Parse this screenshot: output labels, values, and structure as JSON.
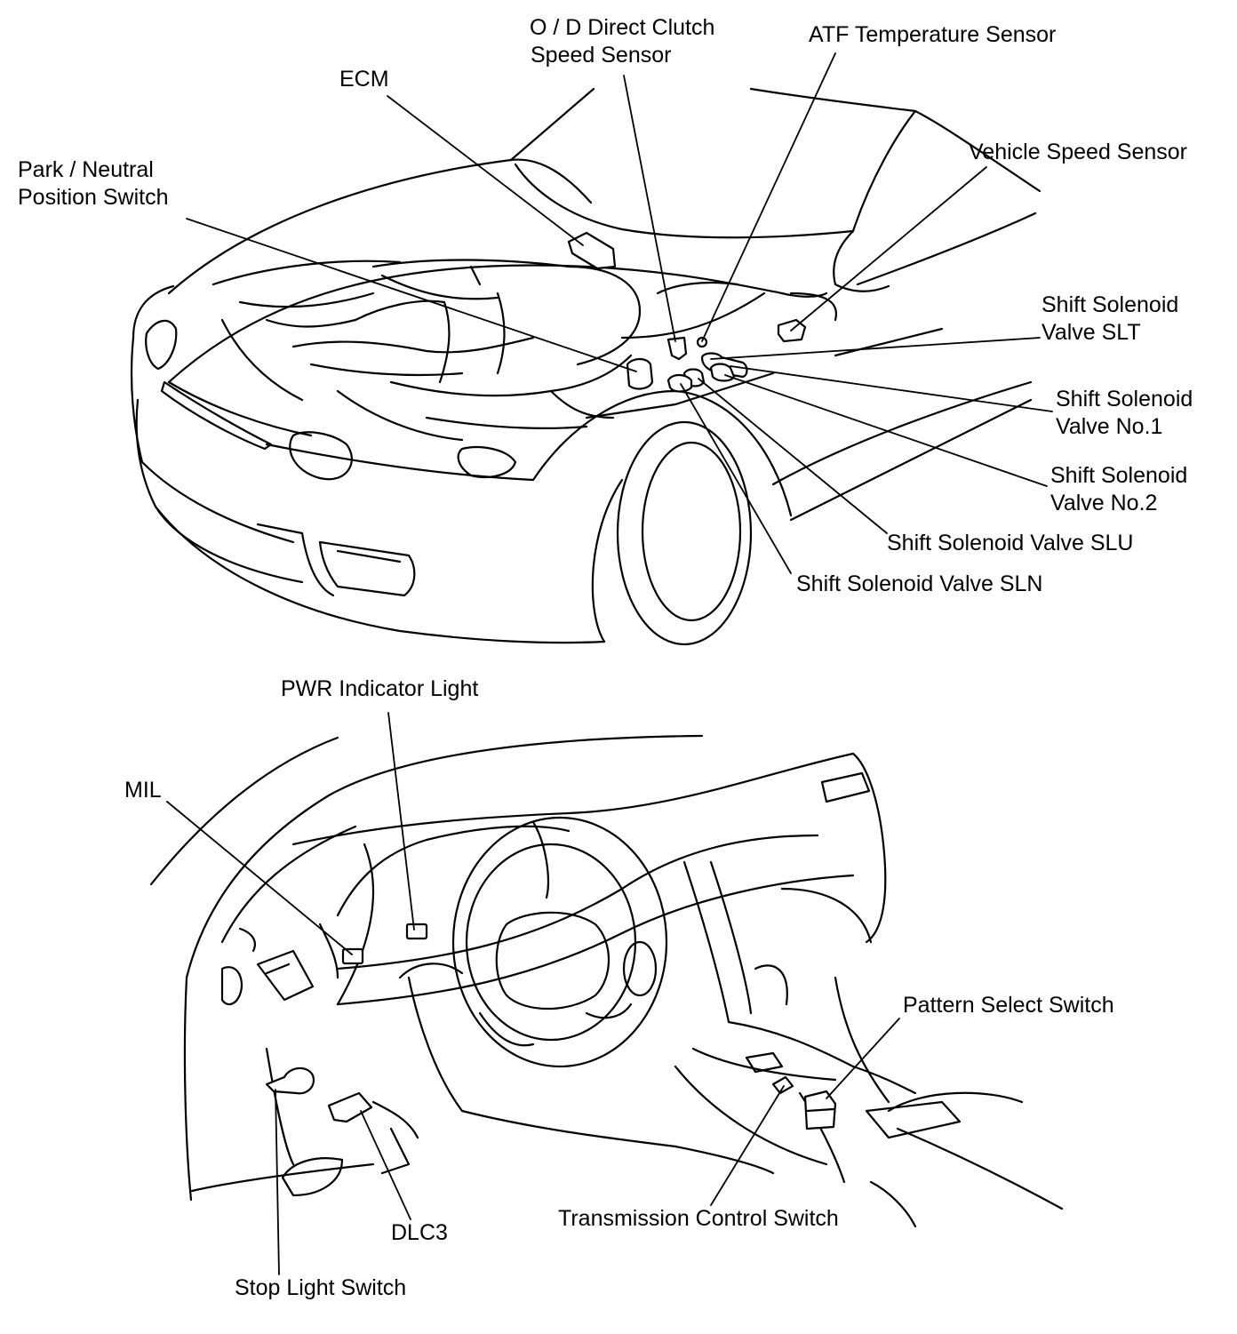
{
  "engine_compartment_labels": {
    "od_direct_clutch_line1": "O / D Direct Clutch",
    "od_direct_clutch_line2": "Speed Sensor",
    "atf_temperature": "ATF Temperature Sensor",
    "ecm": "ECM",
    "vehicle_speed": "Vehicle Speed Sensor",
    "park_neutral_line1": "Park / Neutral",
    "park_neutral_line2": "Position Switch",
    "slt_line1": "Shift  Solenoid",
    "slt_line2": "Valve SLT",
    "no1_line1": "Shift  Solenoid",
    "no1_line2": "Valve No.1",
    "no2_line1": "Shift  Solenoid",
    "no2_line2": "Valve No.2",
    "slu": "Shift Solenoid Valve SLU",
    "sln": "Shift Solenoid Valve SLN"
  },
  "cabin_labels": {
    "pwr_indicator": "PWR Indicator Light",
    "mil": "MIL",
    "pattern_select": "Pattern Select Switch",
    "dlc3": "DLC3",
    "transmission_control": "Transmission Control Switch",
    "stop_light": "Stop Light Switch"
  }
}
